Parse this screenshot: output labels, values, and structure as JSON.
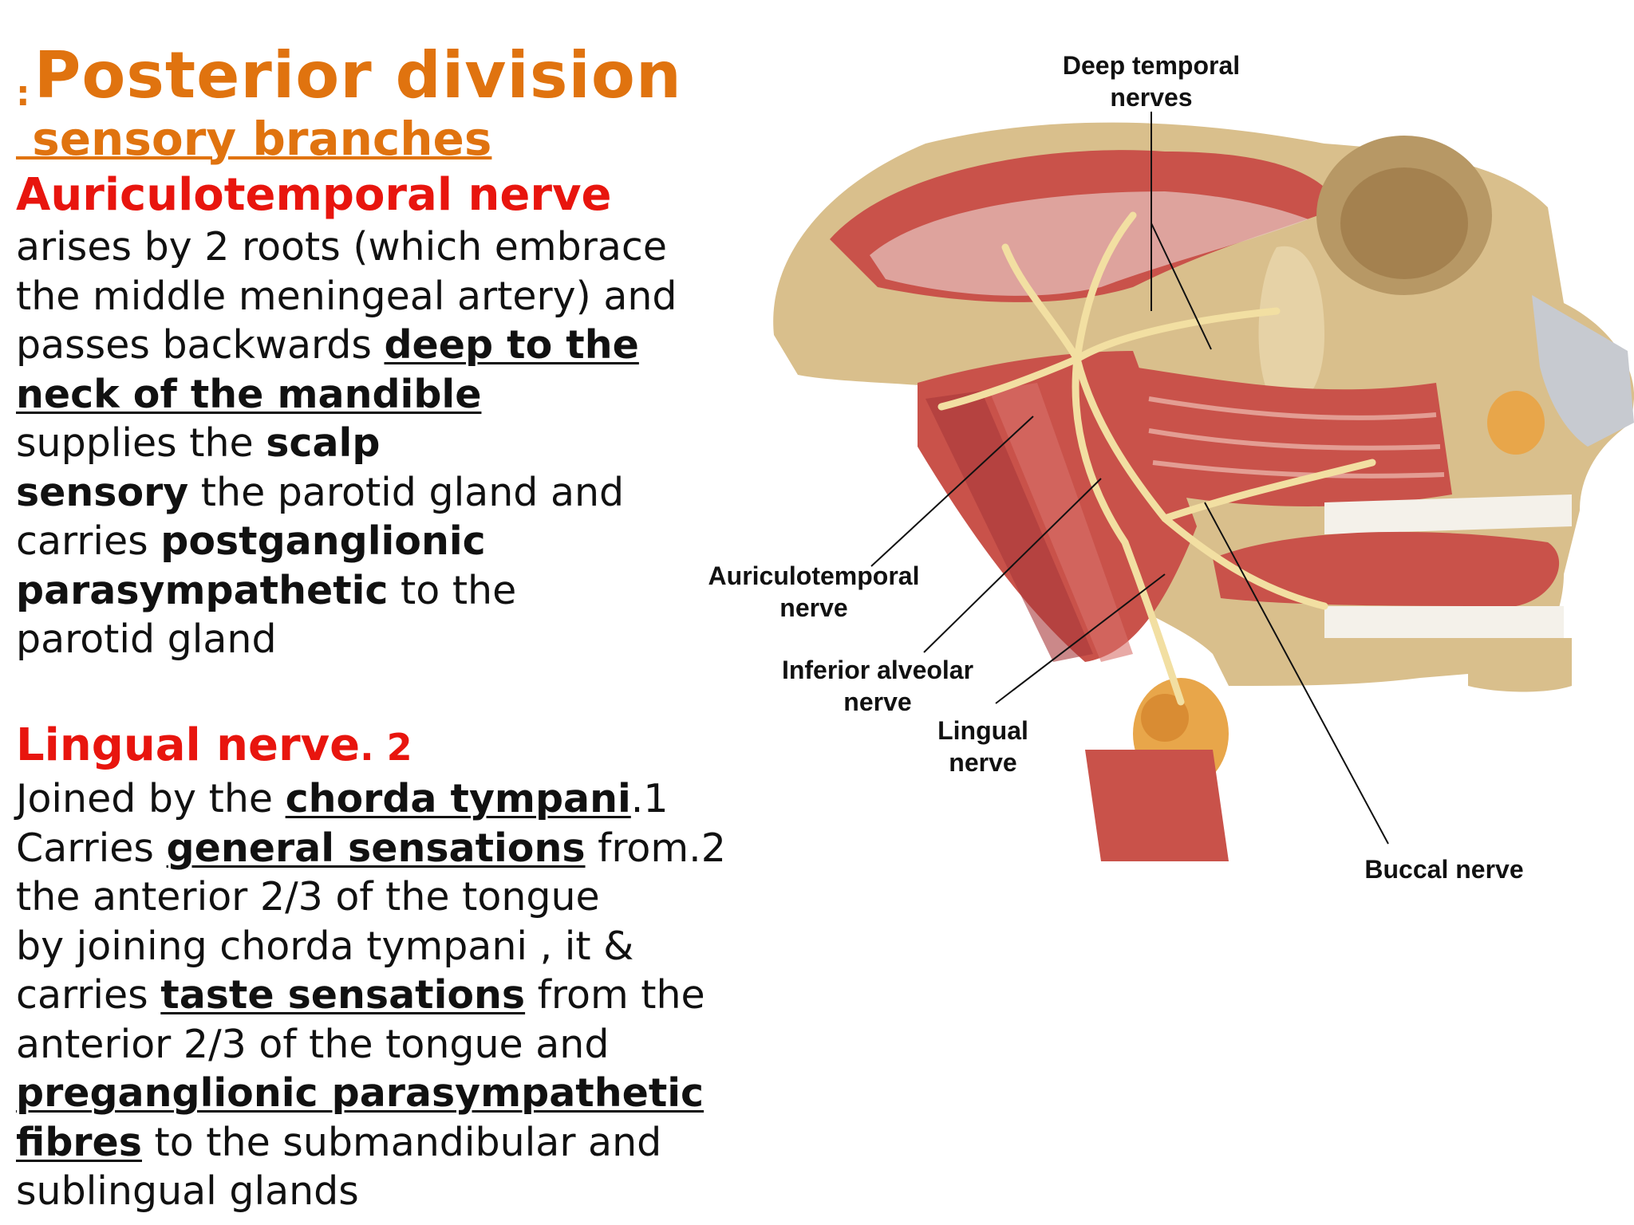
{
  "title": {
    "prefix": ":",
    "main": "Posterior division"
  },
  "subtitle": " sensory branches",
  "auriculotemporal": {
    "heading": "Auriculotemporal nerve",
    "lines": [
      [
        {
          "t": "arises by 2 roots (which embrace"
        }
      ],
      [
        {
          "t": "the middle meningeal artery) and"
        }
      ],
      [
        {
          "t": "passes backwards "
        },
        {
          "t": "deep to the",
          "b": true,
          "u": true
        }
      ],
      [
        {
          "t": "neck of the mandible",
          "b": true,
          "u": true
        }
      ],
      [
        {
          "t": "supplies the "
        },
        {
          "t": "scalp",
          "b": true
        }
      ],
      [
        {
          "t": "sensory",
          "b": true
        },
        {
          "t": " the parotid gland and"
        }
      ],
      [
        {
          "t": "carries "
        },
        {
          "t": "postganglionic",
          "b": true
        }
      ],
      [
        {
          "t": "parasympathetic",
          "b": true
        },
        {
          "t": " to the"
        }
      ],
      [
        {
          "t": "parotid gland"
        }
      ]
    ]
  },
  "lingual": {
    "heading": "Lingual nerve",
    "heading_num": ". 2",
    "lines": [
      [
        {
          "t": "Joined by the "
        },
        {
          "t": "chorda tympani",
          "b": true,
          "u": true
        },
        {
          "t": ".1"
        }
      ],
      [
        {
          "t": "Carries "
        },
        {
          "t": "general sensations",
          "b": true,
          "u": true
        },
        {
          "t": " from.2"
        }
      ],
      [
        {
          "t": "the anterior 2/3 of the tongue"
        }
      ],
      [
        {
          "t": "by joining chorda tympani , it &"
        }
      ],
      [
        {
          "t": "carries "
        },
        {
          "t": "taste sensations",
          "b": true,
          "u": true
        },
        {
          "t": " from the"
        }
      ],
      [
        {
          "t": "anterior 2/3 of the tongue and"
        }
      ],
      [
        {
          "t": "preganglionic parasympathetic",
          "b": true,
          "u": true
        }
      ],
      [
        {
          "t": "fibres",
          "b": true,
          "u": true
        },
        {
          "t": " to the submandibular and"
        }
      ],
      [
        {
          "t": "sublingual glands"
        }
      ]
    ]
  },
  "figure": {
    "labels": {
      "deep_temporal": [
        "Deep temporal",
        "nerves"
      ],
      "auriculotemporal": [
        "Auriculotemporal",
        "nerve"
      ],
      "inferior_alveolar": [
        "Inferior alveolar",
        "nerve"
      ],
      "lingual": [
        "Lingual",
        "nerve"
      ],
      "buccal": [
        "Buccal nerve"
      ]
    },
    "colors": {
      "muscle": "#c9524a",
      "muscle_dark": "#a8383a",
      "bone": "#d9bf8c",
      "nerve": "#f2dfa2",
      "gland": "#e8a64a",
      "teeth": "#f4f1ea",
      "leader": "#111111"
    }
  }
}
